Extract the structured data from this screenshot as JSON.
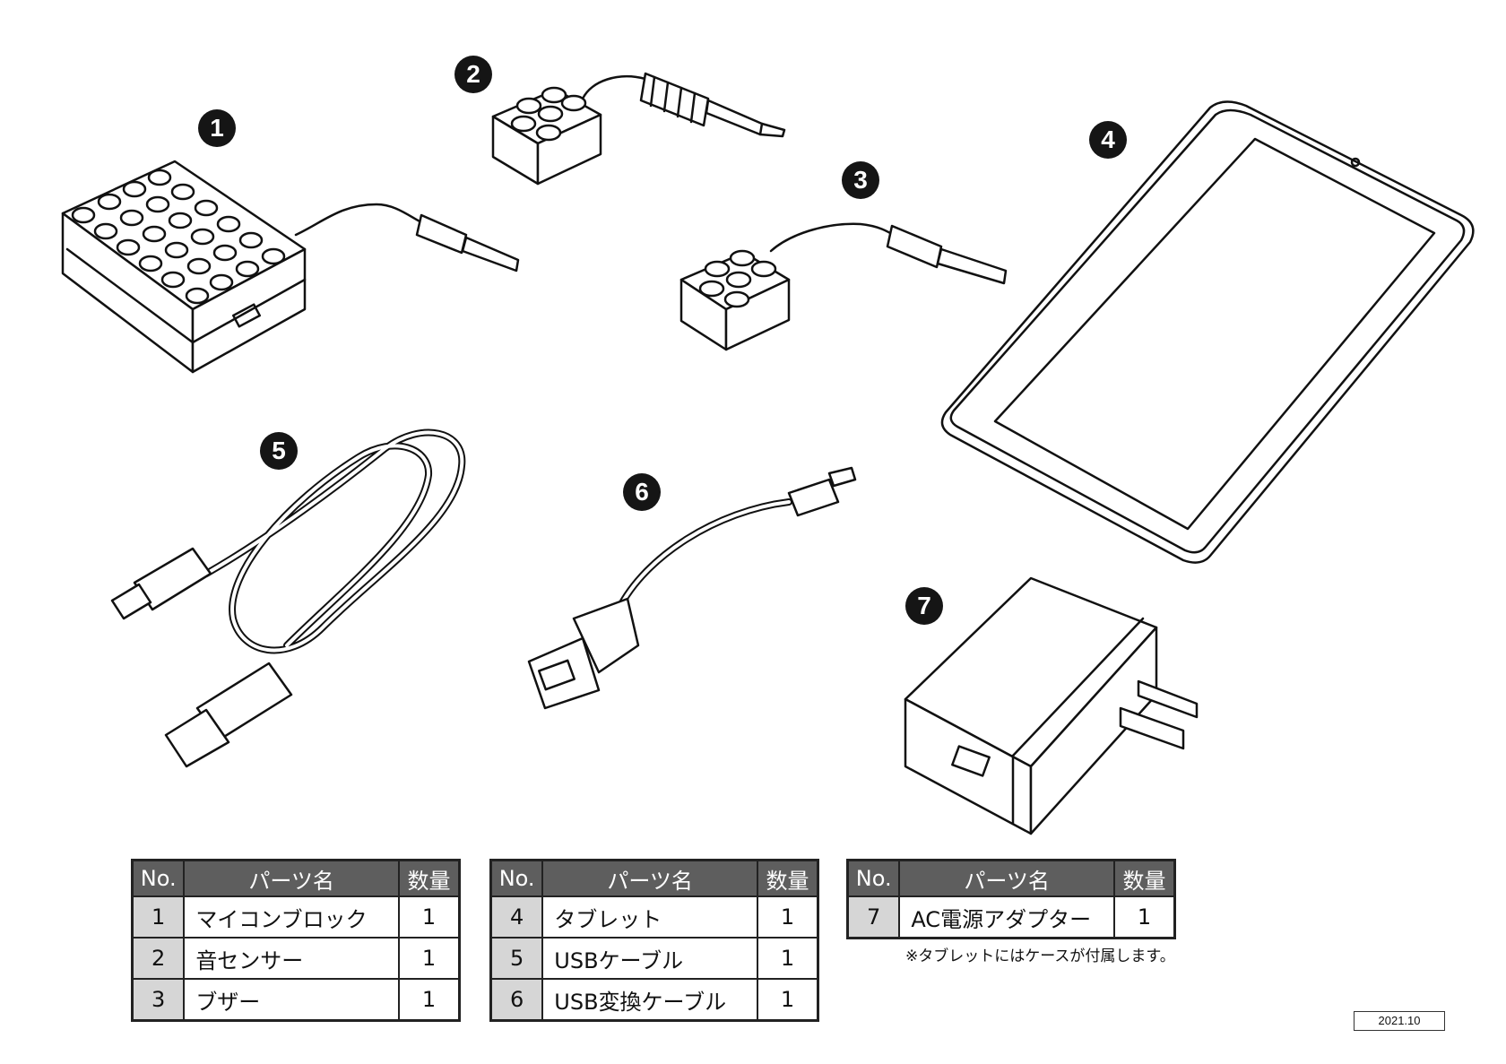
{
  "markers": [
    "1",
    "2",
    "3",
    "4",
    "5",
    "6",
    "7"
  ],
  "tables": [
    {
      "headers": {
        "no": "No.",
        "name": "パーツ名",
        "qty": "数量"
      },
      "rows": [
        {
          "no": "1",
          "name": "マイコンブロック",
          "qty": "1"
        },
        {
          "no": "2",
          "name": "音センサー",
          "qty": "1"
        },
        {
          "no": "3",
          "name": "ブザー",
          "qty": "1"
        }
      ]
    },
    {
      "headers": {
        "no": "No.",
        "name": "パーツ名",
        "qty": "数量"
      },
      "rows": [
        {
          "no": "4",
          "name": "タブレット",
          "qty": "1"
        },
        {
          "no": "5",
          "name": "USBケーブル",
          "qty": "1"
        },
        {
          "no": "6",
          "name": "USB変換ケーブル",
          "qty": "1"
        }
      ]
    },
    {
      "headers": {
        "no": "No.",
        "name": "パーツ名",
        "qty": "数量"
      },
      "rows": [
        {
          "no": "7",
          "name": "AC電源アダプター",
          "qty": "1"
        }
      ]
    }
  ],
  "note": "※タブレットにはケースが付属します。",
  "date": "2021.10"
}
